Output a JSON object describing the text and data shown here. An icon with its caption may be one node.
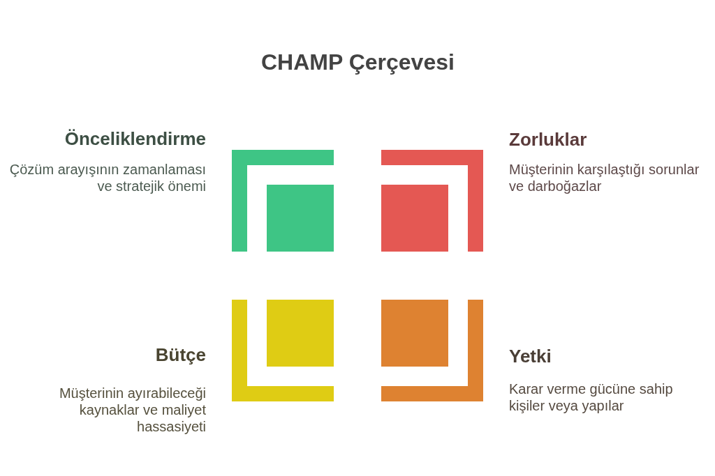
{
  "diagram": {
    "title": "CHAMP Çerçevesi",
    "nodes": [
      {
        "text": [],
        "shape": "box",
        "beside": [
          "Önceliklendirme",
          "Çözüm arayışının zamanlaması ve stratejik önemi"
        ]
      },
      {
        "text": [],
        "shape": "box",
        "beside": [
          "Zorluklar",
          "Müşterinin karşılaştığı sorunlar ve darboğazlar"
        ]
      },
      {
        "text": [],
        "shape": "box",
        "beside": [
          "Bütçe",
          "Müşterinin ayırabileceği kaynaklar ve maliyet hassasiyeti"
        ]
      },
      {
        "text": [],
        "shape": "box",
        "beside": [
          "Yetki",
          "Karar verme gücüne sahip kişiler veya yapılar"
        ]
      }
    ]
  }
}
